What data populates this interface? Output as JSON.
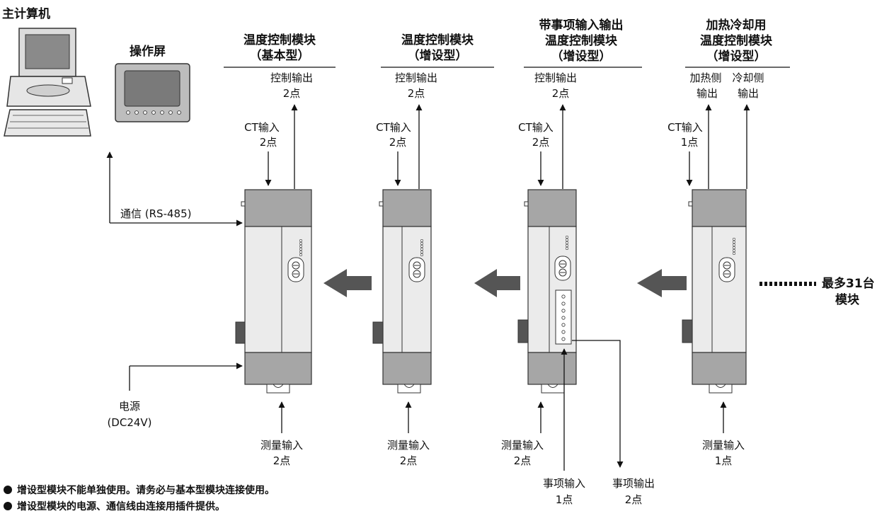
{
  "host_pc": {
    "label": "主计算机"
  },
  "operation_screen": {
    "label": "操作屏"
  },
  "communication": {
    "label": "通信 (RS-485)"
  },
  "power": {
    "line1": "电源",
    "line2": "(DC24V)"
  },
  "module_basic": {
    "title_lines": [
      "温度控制模块",
      "（基本型）"
    ],
    "control_output": [
      "控制输出",
      "2点"
    ],
    "ct_input": [
      "CT输入",
      "2点"
    ],
    "measure_input": [
      "测量输入",
      "2点"
    ]
  },
  "module_ext": {
    "title_lines": [
      "温度控制模块",
      "（增设型）"
    ],
    "control_output": [
      "控制输出",
      "2点"
    ],
    "ct_input": [
      "CT输入",
      "2点"
    ],
    "measure_input": [
      "测量输入",
      "2点"
    ]
  },
  "module_event": {
    "title_lines": [
      "带事项输入输出",
      "温度控制模块",
      "（增设型）"
    ],
    "control_output": [
      "控制输出",
      "2点"
    ],
    "ct_input": [
      "CT输入",
      "2点"
    ],
    "measure_input": [
      "测量输入",
      "2点"
    ],
    "event_input": [
      "事项输入",
      "1点"
    ],
    "event_output": [
      "事项输出",
      "2点"
    ]
  },
  "module_heatcool": {
    "title_lines": [
      "加热冷却用",
      "温度控制模块",
      "（增设型）"
    ],
    "heat_output": [
      "加热侧",
      "输出"
    ],
    "cool_output": [
      "冷却侧",
      "输出"
    ],
    "ct_input": [
      "CT输入",
      "1点"
    ],
    "measure_input": [
      "测量输入",
      "1点"
    ]
  },
  "max_modules": {
    "line1": "最多31台",
    "line2": "模块"
  },
  "notes": [
    "增设型模块不能单独使用。请务必与基本型模块连接使用。",
    "增设型模块的电源、通信线由连接用插件提供。"
  ],
  "colors": {
    "module_top": "#a6a6a6",
    "module_body": "#ebebeb",
    "module_outline": "#333333",
    "arrow_fill": "#555555"
  }
}
